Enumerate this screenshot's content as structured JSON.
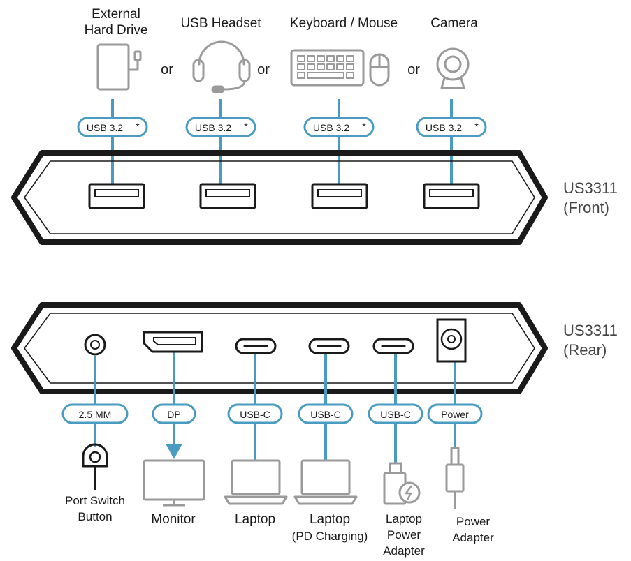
{
  "front": {
    "model": "US3311",
    "view": "(Front)",
    "or_label": "or",
    "devices": [
      {
        "name": "External Hard Drive",
        "lines": [
          "External",
          "Hard Drive"
        ],
        "icon": "hard-drive-icon",
        "port_label": "USB 3.2",
        "asterisk": "*"
      },
      {
        "name": "USB Headset",
        "lines": [
          "USB Headset"
        ],
        "icon": "headset-icon",
        "port_label": "USB 3.2",
        "asterisk": "*"
      },
      {
        "name": "Keyboard / Mouse",
        "lines": [
          "Keyboard / Mouse"
        ],
        "icon": "keyboard-mouse-icon",
        "port_label": "USB 3.2",
        "asterisk": "*"
      },
      {
        "name": "Camera",
        "lines": [
          "Camera"
        ],
        "icon": "camera-icon",
        "port_label": "USB 3.2",
        "asterisk": "*"
      }
    ]
  },
  "rear": {
    "model": "US3311",
    "view": "(Rear)",
    "ports": [
      {
        "port_label": "2.5 MM",
        "device_lines": [
          "Port Switch",
          "Button"
        ],
        "icon": "port-switch-button-icon"
      },
      {
        "port_label": "DP",
        "device_lines": [
          "Monitor"
        ],
        "icon": "monitor-icon"
      },
      {
        "port_label": "USB-C",
        "device_lines": [
          "Laptop"
        ],
        "icon": "laptop-icon"
      },
      {
        "port_label": "USB-C",
        "device_lines": [
          "Laptop",
          "(PD Charging)"
        ],
        "icon": "laptop-icon"
      },
      {
        "port_label": "USB-C",
        "device_lines": [
          "Laptop",
          "Power",
          "Adapter"
        ],
        "icon": "laptop-power-adapter-icon"
      },
      {
        "port_label": "Power",
        "device_lines": [
          "Power",
          "Adapter"
        ],
        "icon": "power-adapter-icon"
      }
    ]
  },
  "colors": {
    "connector": "#4a9bc2",
    "outline": "#1a1a1a",
    "device": "#9a9a9a"
  }
}
